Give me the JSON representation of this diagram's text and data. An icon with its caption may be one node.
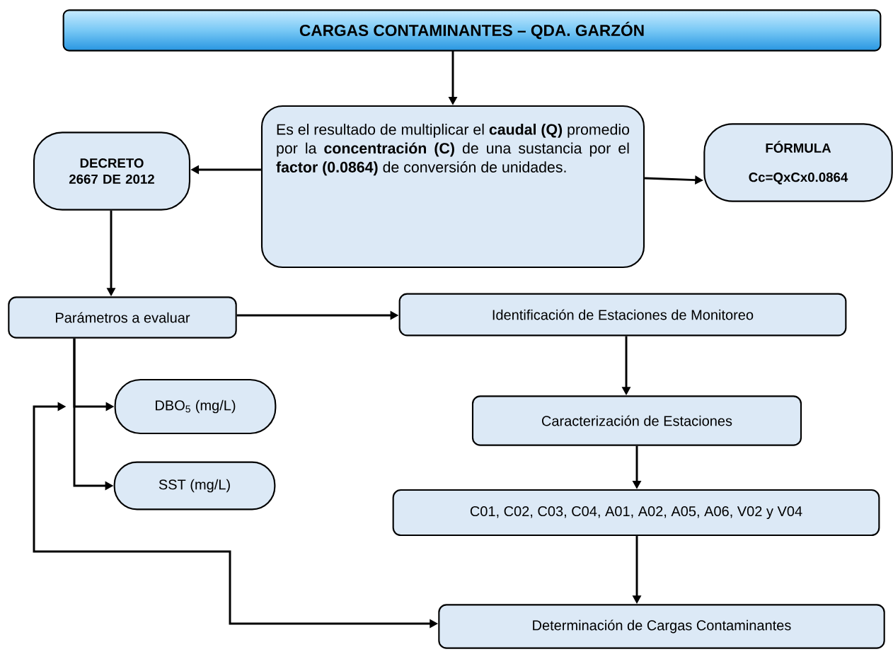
{
  "diagram": {
    "nodes": [
      {
        "text": [
          "CARGAS CONTAMINANTES – QDA. GARZÓN"
        ]
      },
      {
        "text": [
          "Es el resultado de multiplicar el **caudal (Q)** promedio por la **concentración (C)** de una sustancia por el **factor (0.0864)** de conversión de unidades."
        ]
      },
      {
        "text": [
          "DECRETO 2667 DE 2012"
        ]
      },
      {
        "text": [
          "FÓRMULA",
          "Cc=QxCx0.0864"
        ]
      },
      {
        "text": [
          "Parámetros a evaluar"
        ]
      },
      {
        "text": [
          "Identificación de Estaciones de Monitoreo"
        ]
      },
      {
        "text": [
          "DBO$_{5}$ (mg/L)"
        ]
      },
      {
        "text": [
          "SST (mg/L)"
        ]
      },
      {
        "text": [
          "Caracterización de Estaciones"
        ]
      },
      {
        "text": [
          "C01, C02, C03, C04, A01, A02, A05, A06, V02 y V04"
        ]
      },
      {
        "text": [
          "Determinación de Cargas Contaminantes"
        ]
      }
    ],
    "edges": [
      {
        "from": 0,
        "to": 1,
        "arrow": "to"
      },
      {
        "from": 1,
        "to": 2,
        "arrow": "to"
      },
      {
        "from": 1,
        "to": 3,
        "arrow": "to"
      },
      {
        "from": 2,
        "to": 4,
        "arrow": "to"
      },
      {
        "from": 4,
        "to": 5,
        "arrow": "to"
      },
      {
        "from": 4,
        "to": 6,
        "arrow": "to"
      },
      {
        "from": 4,
        "to": 7,
        "arrow": "to"
      },
      {
        "from": 5,
        "to": 8,
        "arrow": "to"
      },
      {
        "from": 8,
        "to": 9,
        "arrow": "to"
      },
      {
        "from": 9,
        "to": 10,
        "arrow": "to"
      },
      {
        "from": 6,
        "to": 10,
        "arrow": "both"
      }
    ]
  }
}
